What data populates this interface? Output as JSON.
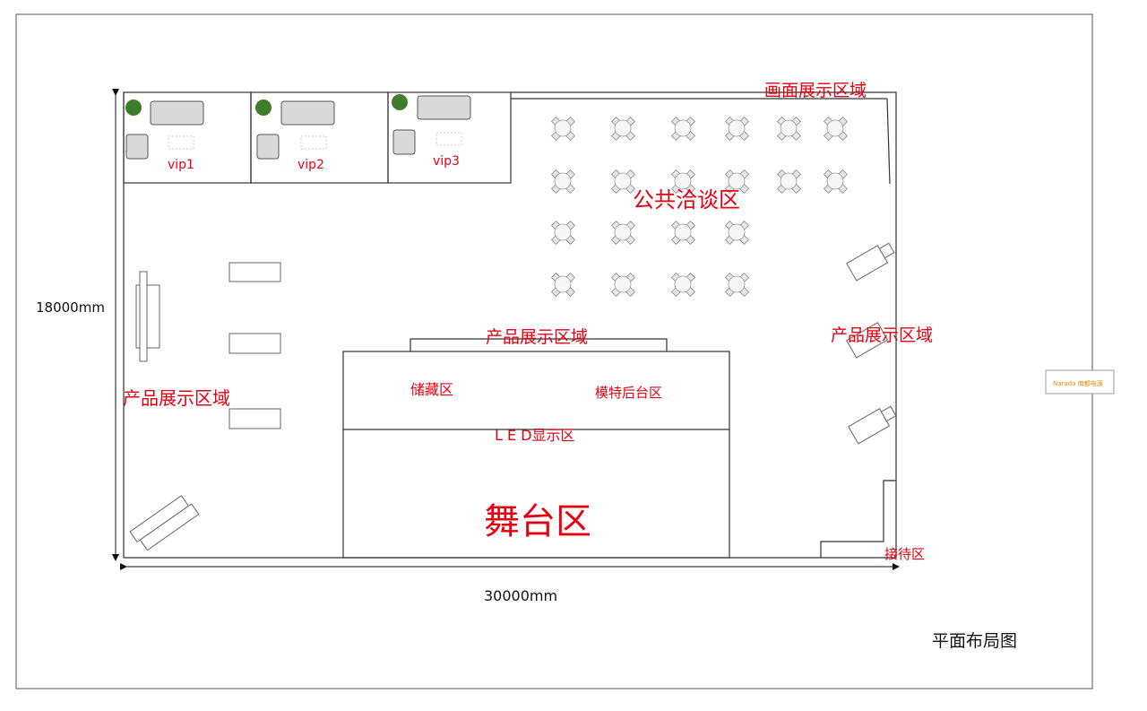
{
  "title": "平面布局图",
  "dimensions": {
    "height": "18000mm",
    "width": "30000mm"
  },
  "zones": {
    "vip1": "vip1",
    "vip2": "vip2",
    "vip3": "vip3",
    "painting_display": "画面展示区域",
    "public_negotiation": "公共洽谈区",
    "product_display_left": "产品展示区域",
    "product_display_center": "产品展示区域",
    "product_display_right": "产品展示区域",
    "storage": "储藏区",
    "model_backstage": "模特后台区",
    "led_display": "L E D显示区",
    "stage": "舞台区",
    "reception": "接待区"
  },
  "logo": {
    "text": "Narada 南都电源"
  },
  "colors": {
    "label_red": "#e60012",
    "wall": "#333333",
    "sofa": "#d9d9d9",
    "plant": "#3f7d2a"
  }
}
